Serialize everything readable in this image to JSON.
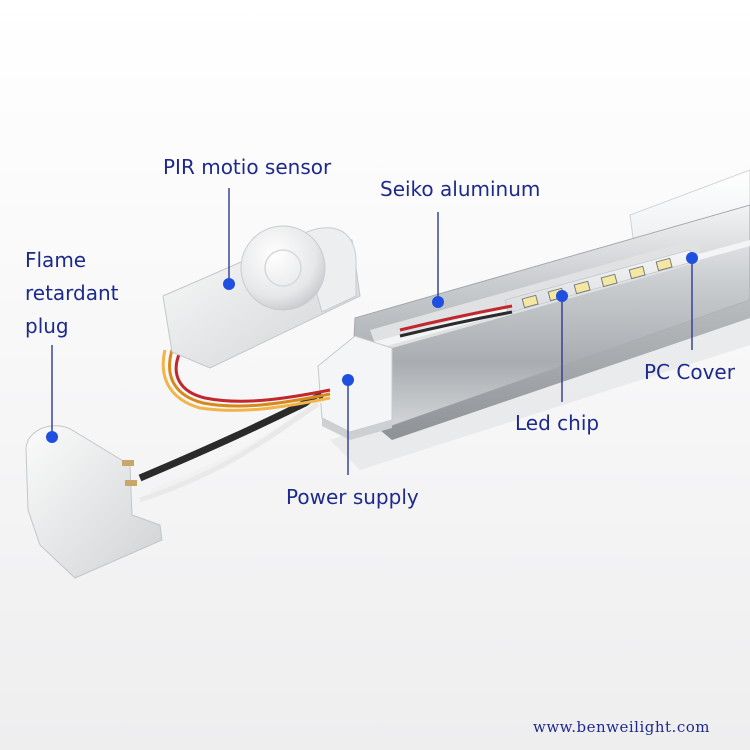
{
  "labels": {
    "pir_sensor": "PIR motio sensor",
    "seiko_aluminum": "Seiko aluminum",
    "flame_line1": "Flame",
    "flame_line2": "retardant",
    "flame_line3": "plug",
    "pc_cover": "PC Cover",
    "led_chip": "Led chip",
    "power_supply": "Power supply"
  },
  "watermark": "www.benweilight.com",
  "colors": {
    "label_text": "#1d2a8c",
    "marker_dot": "#1f4fe0",
    "leader_line": "#2d3a8f",
    "background": "#ffffff"
  }
}
